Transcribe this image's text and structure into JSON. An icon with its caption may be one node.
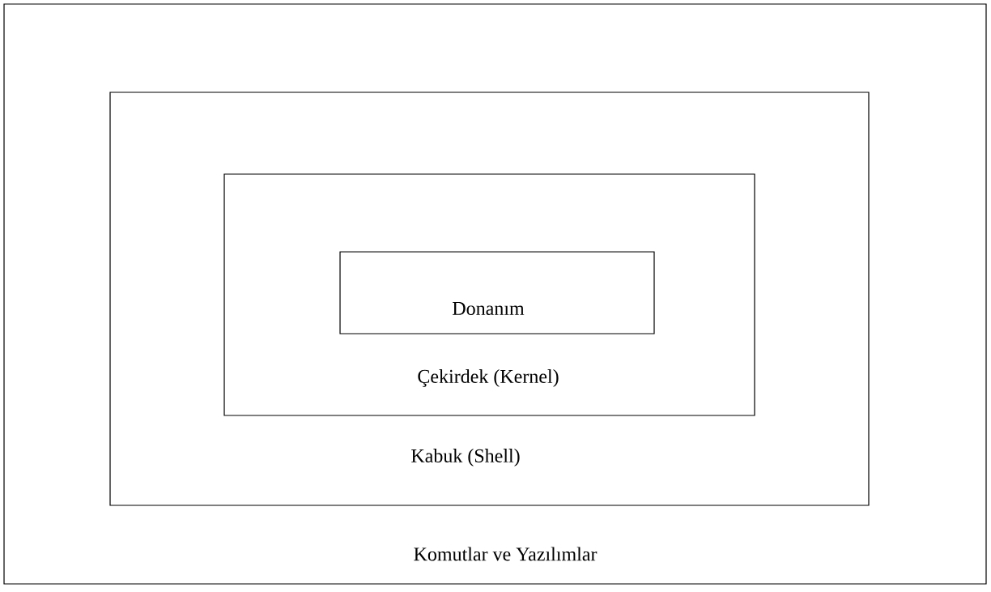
{
  "diagram": {
    "nodes": [
      {
        "text": [
          "Komutlar ve Yazılımlar"
        ]
      },
      {
        "text": [
          "Kabuk (Shell)"
        ],
        "in": 0
      },
      {
        "text": [
          "Çekirdek (Kernel)"
        ],
        "in": 1
      },
      {
        "text": [
          "Donanım"
        ],
        "in": 2
      }
    ]
  }
}
